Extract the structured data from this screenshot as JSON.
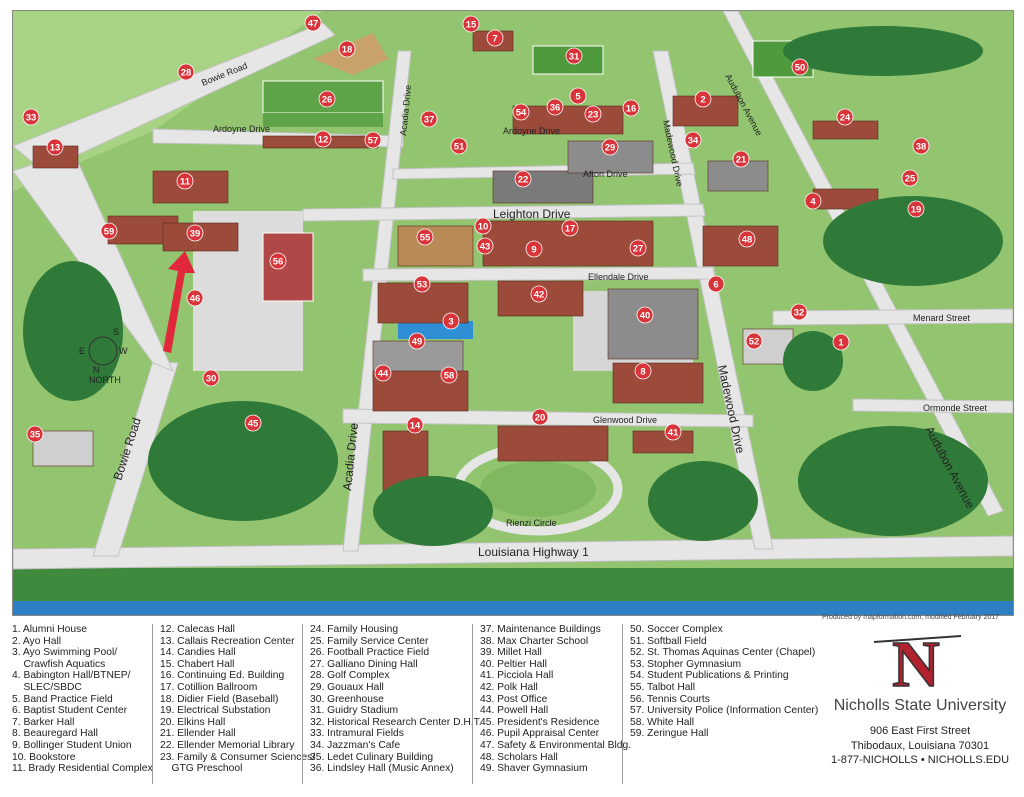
{
  "map": {
    "streets": {
      "ardoyne_west": "Ardoyne Drive",
      "ardoyne_east": "Ardoyne Drive",
      "bowie_top": "Bowie Road",
      "bowie_bottom": "Bowie Road",
      "acadia_top": "Acadia Drive",
      "acadia_bottom": "Acadia Drive",
      "madewood_top": "Madewood Drive",
      "madewood_bottom": "Madewood Drive",
      "audubon_top": "Audubon Avenue",
      "audubon_bottom": "Audubon Avenue",
      "afton": "Afton Drive",
      "leighton": "Leighton Drive",
      "ellendale": "Ellendale Drive",
      "glenwood": "Glenwood Drive",
      "menard": "Menard Street",
      "ormonde": "Ormonde Street",
      "rienzi": "Rienzi Circle",
      "highway": "Louisiana Highway 1"
    },
    "compass": {
      "n": "N",
      "s": "S",
      "e": "E",
      "w": "W",
      "label": "NORTH"
    },
    "pins": [
      "1",
      "2",
      "3",
      "4",
      "5",
      "6",
      "7",
      "8",
      "9",
      "10",
      "11",
      "12",
      "13",
      "14",
      "15",
      "16",
      "17",
      "18",
      "19",
      "20",
      "21",
      "22",
      "23",
      "24",
      "25",
      "26",
      "27",
      "28",
      "29",
      "30",
      "31",
      "32",
      "33",
      "34",
      "35",
      "36",
      "37",
      "38",
      "39",
      "40",
      "41",
      "42",
      "43",
      "44",
      "45",
      "46",
      "47",
      "48",
      "49",
      "50",
      "51",
      "52",
      "53",
      "54",
      "55",
      "56",
      "57",
      "58",
      "59"
    ],
    "colors": {
      "grass": "#8fc26a",
      "field": "#6aa84f",
      "road": "#e4e4e4",
      "building": "#9c4a3a",
      "pin": "#d8343a",
      "water": "#2f7fc4",
      "tree": "#2f7a38"
    }
  },
  "credit": "Produced by mapformation.com, modified February 2017",
  "legend": {
    "col1": [
      "1. Alumni House",
      "2. Ayo Hall",
      "3. Ayo Swimming Pool/",
      "    Crawfish Aquatics",
      "4. Babington Hall/BTNEP/",
      "    SLEC/SBDC",
      "5. Band Practice Field",
      "6. Baptist Student Center",
      "7. Barker Hall",
      "8. Beauregard Hall",
      "9. Bollinger Student Union",
      "10. Bookstore",
      "11. Brady Residential Complex"
    ],
    "col2": [
      "12. Calecas Hall",
      "13. Callais Recreation Center",
      "14. Candies Hall",
      "15. Chabert Hall",
      "16. Continuing Ed. Building",
      "17. Cotillion Ballroom",
      "18. Didier Field (Baseball)",
      "19. Electrical Substation",
      "20. Elkins Hall",
      "21. Ellender Hall",
      "22. Ellender Memorial Library",
      "23. Family & Consumer Sciences/",
      "    GTG Preschool"
    ],
    "col3": [
      "24. Family Housing",
      "25. Family Service Center",
      "26. Football Practice Field",
      "27. Galliano Dining Hall",
      "28. Golf Complex",
      "29. Gouaux Hall",
      "30. Greenhouse",
      "31. Guidry Stadium",
      "32. Historical Research Center D.H.T.",
      "33. Intramural Fields",
      "34. Jazzman's Cafe",
      "35. Ledet Culinary Building",
      "36. Lindsley Hall (Music Annex)"
    ],
    "col4": [
      "37. Maintenance Buildings",
      "38. Max Charter School",
      "39. Millet Hall",
      "40. Peltier Hall",
      "41. Picciola Hall",
      "42. Polk Hall",
      "43. Post Office",
      "44. Powell Hall",
      "45. President's Residence",
      "46. Pupil Appraisal Center",
      "47. Safety & Environmental Bldg.",
      "48. Scholars Hall",
      "49. Shaver Gymnasium"
    ],
    "col5": [
      "50. Soccer Complex",
      "51. Softball Field",
      "52. St. Thomas Aquinas Center (Chapel)",
      "53. Stopher Gymnasium",
      "54. Student Publications & Printing",
      "55. Talbot Hall",
      "56. Tennis Courts",
      "57. University Police (Information Center)",
      "58. White Hall",
      "59. Zeringue Hall"
    ]
  },
  "logo": {
    "letter": "N"
  },
  "university": {
    "name": "Nicholls State University",
    "address1": "906 East First Street",
    "address2": "Thibodaux, Louisiana 70301",
    "contact": "1-877-NICHOLLS • NICHOLLS.EDU"
  }
}
